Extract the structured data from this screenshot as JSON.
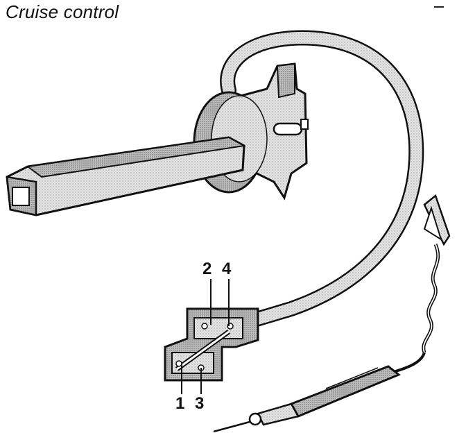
{
  "title": "Cruise control",
  "pin_labels": {
    "pin1": "1",
    "pin2": "2",
    "pin3": "3",
    "pin4": "4"
  },
  "colors": {
    "ink": "#111111",
    "shade": "#d6d6d6",
    "shade_dark": "#b8b8b8",
    "background": "#ffffff"
  }
}
